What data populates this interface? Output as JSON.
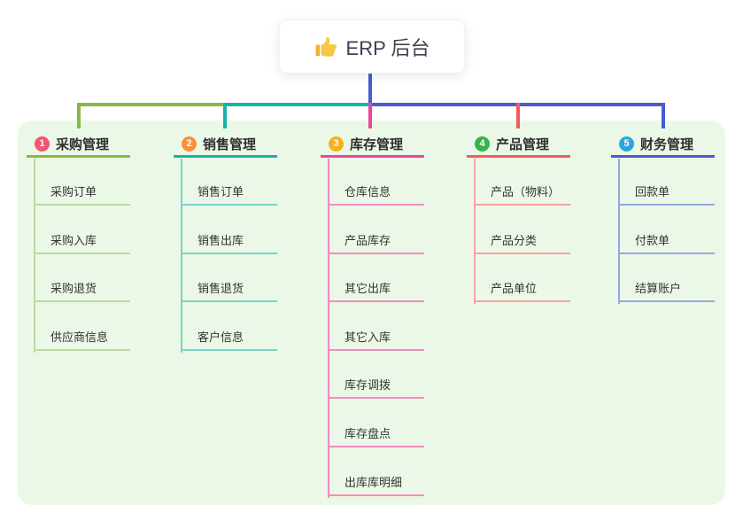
{
  "root": {
    "label": "ERP 后台",
    "icon": "thumbs-up-icon"
  },
  "connector_colors": {
    "root_drop": "#4a5ad1",
    "purchase": "#85bb40",
    "sales": "#13b5ab",
    "inventory": "#e8479b",
    "product": "#f25c5c",
    "finance": "#4a5ad1"
  },
  "panel_color": "#ecf8e7",
  "branches": [
    {
      "index": "1",
      "title": "采购管理",
      "colors": {
        "line": "#85bb40",
        "child_line": "#b7db9c",
        "badge": "#f25670"
      },
      "children": [
        "采购订单",
        "采购入库",
        "采购退货",
        "供应商信息"
      ]
    },
    {
      "index": "2",
      "title": "销售管理",
      "colors": {
        "line": "#13b5ab",
        "child_line": "#79d4cb",
        "badge": "#f6923e"
      },
      "children": [
        "销售订单",
        "销售出库",
        "销售退货",
        "客户信息"
      ]
    },
    {
      "index": "3",
      "title": "库存管理",
      "colors": {
        "line": "#e8479b",
        "child_line": "#f38cc4",
        "badge": "#f9b017"
      },
      "children": [
        "仓库信息",
        "产品库存",
        "其它出库",
        "其它入库",
        "库存调拨",
        "库存盘点",
        "出库库明细"
      ]
    },
    {
      "index": "4",
      "title": "产品管理",
      "colors": {
        "line": "#f25c5c",
        "child_line": "#f7a3a3",
        "badge": "#35b44a"
      },
      "children": [
        "产品（物料）",
        "产品分类",
        "产品单位"
      ]
    },
    {
      "index": "5",
      "title": "财务管理",
      "colors": {
        "line": "#4a5ad1",
        "child_line": "#93a8e0",
        "badge": "#2ba6dd"
      },
      "children": [
        "回款单",
        "付款单",
        "结算账户"
      ]
    }
  ]
}
